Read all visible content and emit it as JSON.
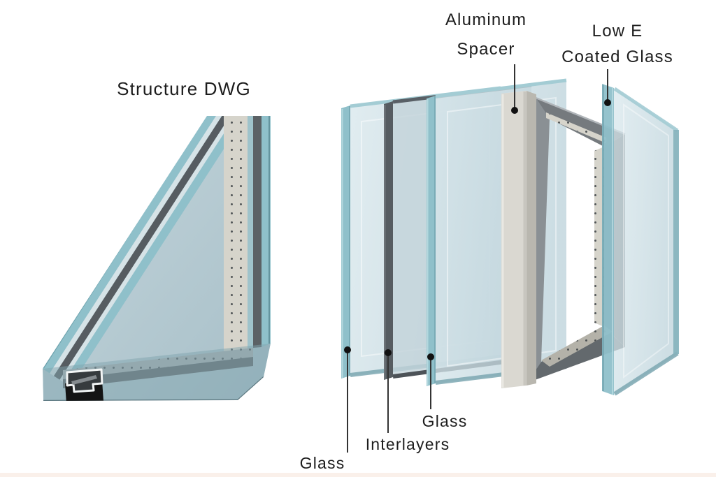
{
  "labels": {
    "structure_dwg": "Structure DWG",
    "aluminum_spacer": [
      "Aluminum",
      "Spacer"
    ],
    "low_e": [
      "Low E",
      "Coated Glass"
    ],
    "glass_front": "Glass",
    "interlayers": "Interlayers",
    "glass_back": "Glass"
  },
  "diagram": {
    "left_view": {
      "title": "Structure DWG",
      "type": "insulated-glazing-cross-section",
      "features": [
        "laminated glass edge",
        "perforated spacer",
        "sealant profile"
      ]
    },
    "exploded_view": {
      "layers_left_to_right": [
        "Glass",
        "Interlayers",
        "Glass",
        "Aluminum Spacer",
        "Spacer Frame",
        "Low E Coated Glass"
      ]
    }
  },
  "colors": {
    "background": "#ffffff",
    "glass_face": "#cfe0e7",
    "glass_edge": "#8fc0ca",
    "glass_edge_dark": "#6fa2ad",
    "interlayer": "#565c61",
    "aluminum": "#dad8d1",
    "aluminum_shade": "#b9b7af",
    "frame": "#81878b",
    "frame_dark": "#676d71",
    "perforated": "#d6d4cb",
    "sealant": "#141414",
    "text": "#1d1d1d",
    "leader": "#333333",
    "footer": "#faf0ea"
  }
}
